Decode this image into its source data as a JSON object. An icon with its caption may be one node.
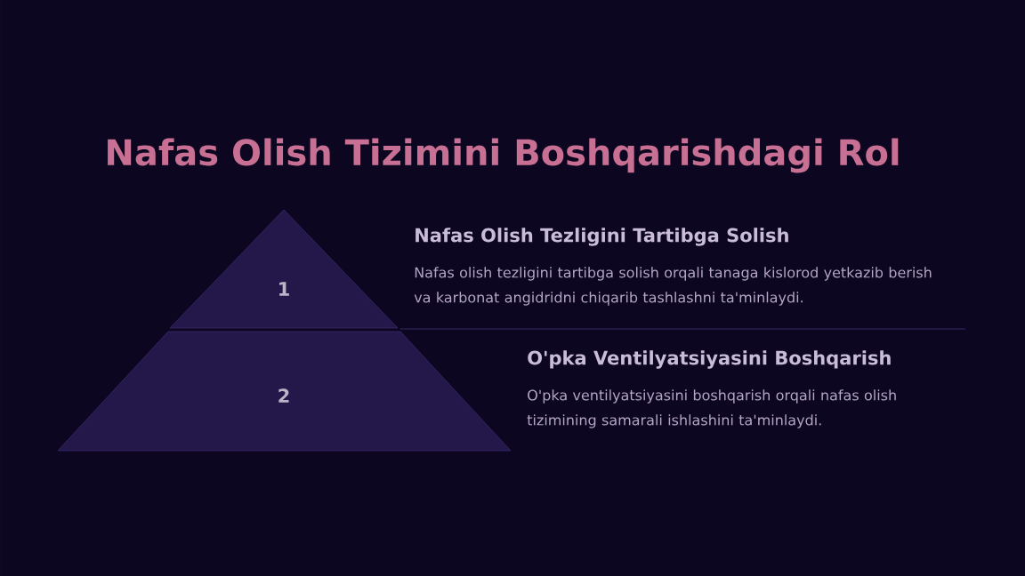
{
  "diagram": {
    "title": "Nafas Olish Tizimini Boshqarishdagi Rol",
    "nodes": [
      {
        "text": [
          "1"
        ],
        "beside": [
          "Nafas Olish Tezligini Tartibga Solish",
          "Nafas olish tezligini tartibga solish orqali tanaga kislorod yetkazib berish va karbonat angidridni chiqarib tashlashni ta'minlaydi."
        ]
      },
      {
        "text": [
          "2"
        ],
        "beside": [
          "O'pka Ventilyatsiyasini Boshqarish",
          "O'pka ventilyatsiyasini boshqarish orqali nafas olish tizimining samarali ishlashini ta'minlaydi."
        ]
      }
    ]
  }
}
